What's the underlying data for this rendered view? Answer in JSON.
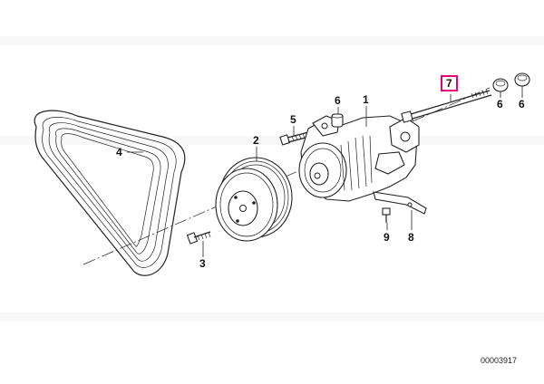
{
  "callouts": {
    "c1": "1",
    "c2": "2",
    "c3": "3",
    "c4": "4",
    "c5": "5",
    "c6a": "6",
    "c6b": "6",
    "c6c": "6",
    "c7": "7",
    "c8": "8",
    "c9": "9"
  },
  "diagram_number": "00003917",
  "highlight_color": "#e6007e"
}
